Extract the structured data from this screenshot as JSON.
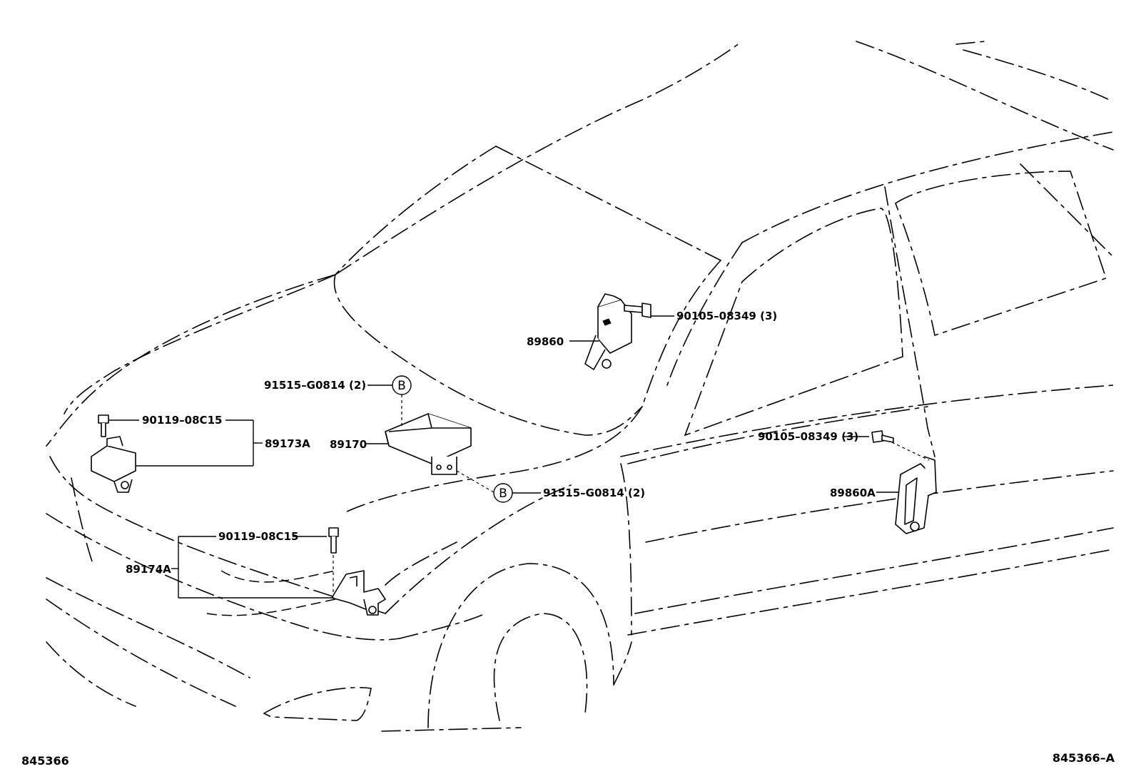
{
  "diagram": {
    "drawing_id_left": "845366",
    "drawing_id_right": "845366–A",
    "callouts": {
      "ref_b_top": "B",
      "ref_b_bottom": "B"
    },
    "labels": {
      "p_90105_top": "90105–08349 (3)",
      "p_89860": "89860",
      "p_91515_top": "91515–G0814 (2)",
      "p_89170": "89170",
      "p_90119_top": "90119–08C15",
      "p_89173a": "89173A",
      "p_91515_bottom": "91515–G0814 (2)",
      "p_90105_right": "90105–08349 (3)",
      "p_89860a": "89860A",
      "p_90119_bottom": "90119–08C15",
      "p_89174a": "89174A"
    }
  }
}
